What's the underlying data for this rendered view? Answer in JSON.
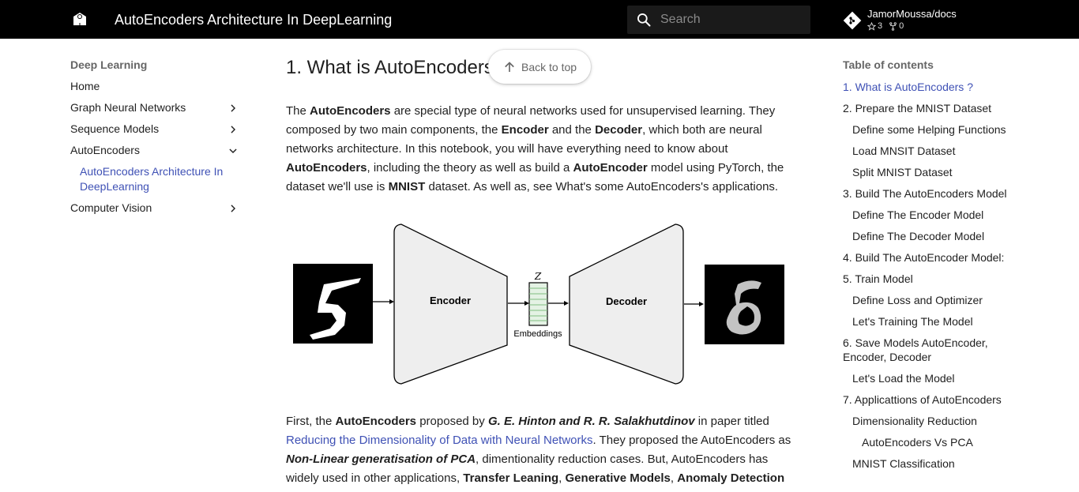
{
  "header": {
    "title": "AutoEncoders Architecture In DeepLearning",
    "search_placeholder": "Search",
    "repo": {
      "name": "JamorMoussa/docs",
      "stars": "3",
      "forks": "0"
    }
  },
  "nav": {
    "heading": "Deep Learning",
    "items": [
      {
        "label": "Home"
      },
      {
        "label": "Graph Neural Networks"
      },
      {
        "label": "Sequence Models"
      },
      {
        "label": "AutoEncoders"
      },
      {
        "label": "AutoEncoders Architecture In DeepLearning"
      },
      {
        "label": "Computer Vision"
      }
    ]
  },
  "main": {
    "heading": "1. What is AutoEncoders ?",
    "back_to_top": "Back to top",
    "p1": {
      "t1": "The ",
      "b1": "AutoEncoders",
      "t2": " are special type of neural networks used for unsupervised learning. They composed by two main components, the ",
      "b2": "Encoder",
      "t3": " and the ",
      "b3": "Decoder",
      "t4": ", which both are neural networks architecture. In this notebook, you will have everything need to know about ",
      "b4": "AutoEncoders",
      "t5": ", including the theory as well as build a ",
      "b5": "AutoEncoder",
      "t6": " model using PyTorch, the dataset we'll use is ",
      "b6": "MNIST",
      "t7": " dataset. As well as, see What's some AutoEncoders's applications."
    },
    "diagram": {
      "encoder": "Encoder",
      "decoder": "Decoder",
      "z": "Z",
      "embeddings": "Embeddings"
    },
    "p2": {
      "t1": "First, the ",
      "b1": "AutoEncoders",
      "t2": " proposed by ",
      "bi1": "G. E. Hinton and R. R. Salakhutdinov",
      "t3": " in paper titled ",
      "link": "Reducing the Dimensionality of Data with Neural Networks",
      "t4": ". They proposed the AutoEncoders as ",
      "bi2": "Non-Linear generatisation of PCA",
      "t5": ", dimentionality reduction cases. But, AutoEncoders has widely used in other applications, ",
      "b2": "Transfer Leaning",
      "t6": ", ",
      "b3": "Generative Models",
      "t7": ", ",
      "b4": "Anomaly Detection"
    }
  },
  "toc": {
    "heading": "Table of contents",
    "items": [
      {
        "label": "1. What is AutoEncoders ?"
      },
      {
        "label": "2. Prepare the MNIST Dataset"
      },
      {
        "label": "Define some Helping Functions"
      },
      {
        "label": "Load MNSIT Dataset"
      },
      {
        "label": "Split MNIST Dataset"
      },
      {
        "label": "3. Build The AutoEncoders Model"
      },
      {
        "label": "Define The Encoder Model"
      },
      {
        "label": "Define The Decoder Model"
      },
      {
        "label": "4. Build The AutoEncoder Model:"
      },
      {
        "label": "5. Train Model"
      },
      {
        "label": "Define Loss and Optimizer"
      },
      {
        "label": "Let's Training The Model"
      },
      {
        "label": "6. Save Models AutoEncoder, Encoder, Decoder"
      },
      {
        "label": "Let's Load the Model"
      },
      {
        "label": "7. Applicattions of AutoEncoders"
      },
      {
        "label": "Dimensionality Reduction"
      },
      {
        "label": "AutoEncoders Vs PCA"
      },
      {
        "label": "MNIST Classification"
      }
    ]
  },
  "colors": {
    "header_bg": "#000000",
    "link": "#3f51b5",
    "accent": "#3f51b5"
  }
}
